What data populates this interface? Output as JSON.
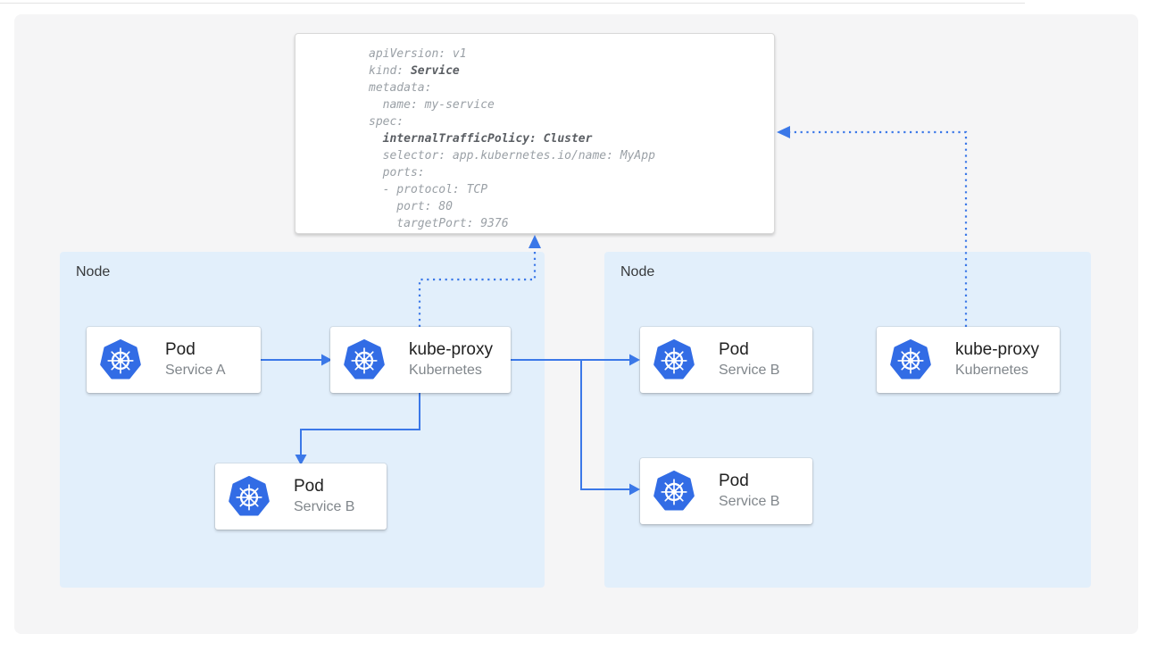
{
  "yaml": {
    "lines": [
      {
        "pre": "apiVersion: v1",
        "bold": ""
      },
      {
        "pre": "kind: ",
        "bold": "Service"
      },
      {
        "pre": "metadata:",
        "bold": ""
      },
      {
        "pre": "  name: my-service",
        "bold": ""
      },
      {
        "pre": "spec:",
        "bold": ""
      },
      {
        "pre": "  ",
        "bold": "internalTrafficPolicy: Cluster"
      },
      {
        "pre": "  selector: app.kubernetes.io/name: MyApp",
        "bold": ""
      },
      {
        "pre": "  ports:",
        "bold": ""
      },
      {
        "pre": "  - protocol: TCP",
        "bold": ""
      },
      {
        "pre": "    port: 80",
        "bold": ""
      },
      {
        "pre": "    targetPort: 9376",
        "bold": ""
      }
    ]
  },
  "nodes": {
    "left": {
      "label": "Node"
    },
    "right": {
      "label": "Node"
    }
  },
  "cards": {
    "pod_a": {
      "title": "Pod",
      "subtitle": "Service A"
    },
    "kube_proxy_left": {
      "title": "kube-proxy",
      "subtitle": "Kubernetes"
    },
    "pod_b_left": {
      "title": "Pod",
      "subtitle": "Service B"
    },
    "pod_b_right_top": {
      "title": "Pod",
      "subtitle": "Service B"
    },
    "pod_b_right_bottom": {
      "title": "Pod",
      "subtitle": "Service B"
    },
    "kube_proxy_right": {
      "title": "kube-proxy",
      "subtitle": "Kubernetes"
    }
  },
  "icons": {
    "kubernetes_logo": "kubernetes-helm-wheel"
  },
  "colors": {
    "arrow_blue": "#3b78e8",
    "k8s_logo_blue": "#326ce5",
    "node_fill": "#e2effb",
    "canvas_gray": "#f5f5f6",
    "yaml_text_gray": "#9aa0a6",
    "yaml_bold_gray": "#5a5e63"
  }
}
